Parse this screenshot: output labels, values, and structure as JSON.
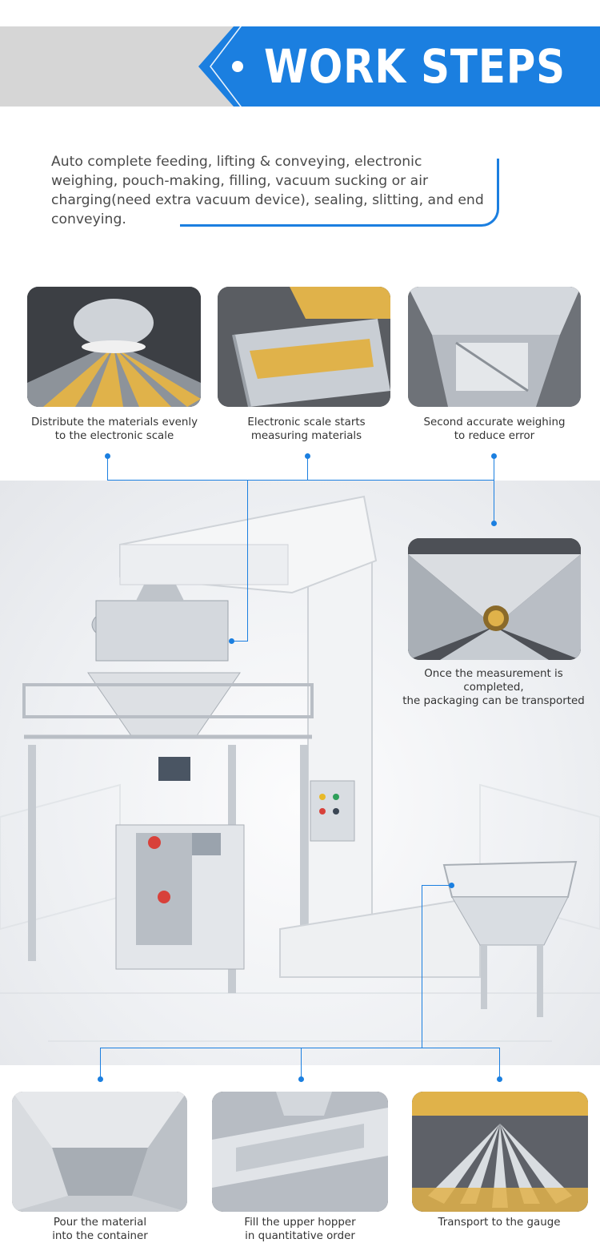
{
  "header": {
    "title": "WORK STEPS"
  },
  "intro": {
    "text": "Auto complete feeding, lifting & conveying, electronic weighing, pouch-making, filling, vacuum sucking or air charging(need extra vacuum device), sealing, slitting, and end conveying."
  },
  "steps_top": [
    {
      "line1": "Distribute the materials evenly",
      "line2": "to the electronic scale"
    },
    {
      "line1": "Electronic scale starts",
      "line2": "measuring materials"
    },
    {
      "line1": "Second accurate weighing",
      "line2": "to reduce error"
    }
  ],
  "step_right": {
    "line1": "Once the measurement is completed,",
    "line2": "the packaging can be transported"
  },
  "steps_bottom": [
    {
      "line1": "Pour the material",
      "line2": "into the container"
    },
    {
      "line1": "Fill the upper hopper",
      "line2": "in quantitative order"
    },
    {
      "line1": "Transport to the gauge",
      "line2": ""
    }
  ],
  "colors": {
    "accent": "#1b7fe0",
    "banner_grey": "#d6d6d6",
    "corn": "#e0b24a",
    "steel": "#c7ccd2"
  }
}
